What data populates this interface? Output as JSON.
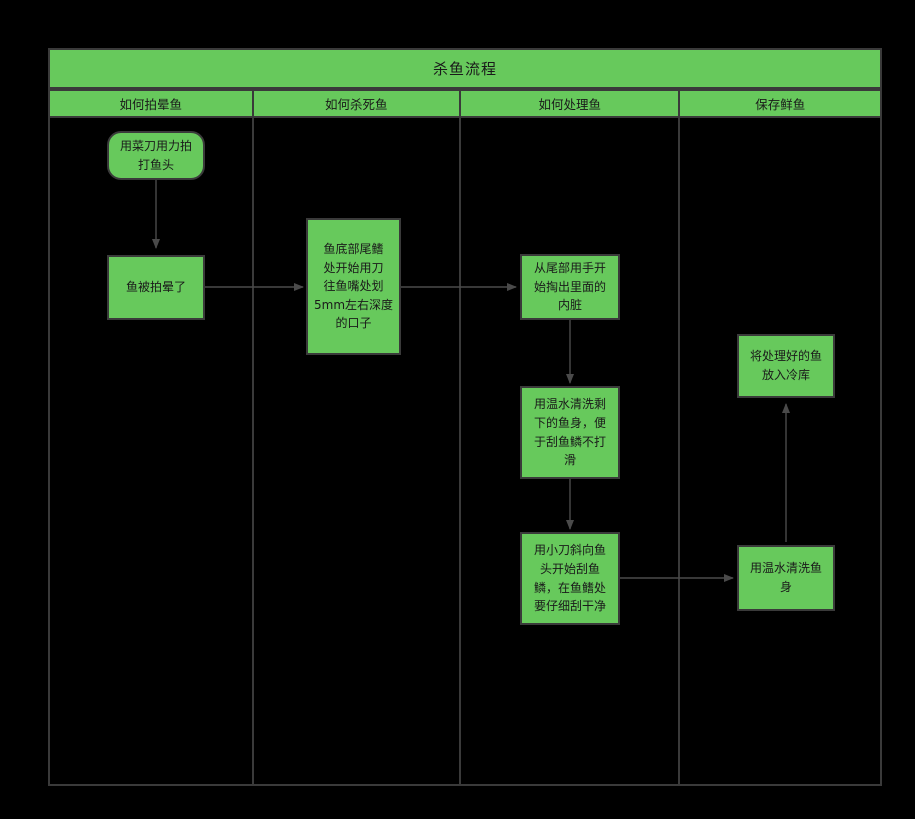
{
  "diagram": {
    "title": "杀鱼流程",
    "lanes": [
      {
        "label": "如何拍晕鱼"
      },
      {
        "label": "如何杀死鱼"
      },
      {
        "label": "如何处理鱼"
      },
      {
        "label": "保存鲜鱼"
      }
    ],
    "nodes": [
      {
        "id": "n1",
        "lane": 0,
        "shape": "rounded",
        "text": "用菜刀用力拍\n打鱼头"
      },
      {
        "id": "n2",
        "lane": 0,
        "shape": "rect",
        "text": "鱼被拍晕了"
      },
      {
        "id": "n3",
        "lane": 1,
        "shape": "rect",
        "text": "鱼底部尾鳍\n处开始用刀\n往鱼嘴处划\n5mm左右深度\n的口子"
      },
      {
        "id": "n4",
        "lane": 2,
        "shape": "rect",
        "text": "从尾部用手开\n始掏出里面的\n内脏"
      },
      {
        "id": "n5",
        "lane": 2,
        "shape": "rect",
        "text": "用温水清洗剩\n下的鱼身，便\n于刮鱼鳞不打\n滑"
      },
      {
        "id": "n6",
        "lane": 2,
        "shape": "rect",
        "text": "用小刀斜向鱼\n头开始刮鱼\n鳞，在鱼鳍处\n要仔细刮干净"
      },
      {
        "id": "n7",
        "lane": 3,
        "shape": "rect",
        "text": "用温水清洗鱼\n身"
      },
      {
        "id": "n8",
        "lane": 3,
        "shape": "rect",
        "text": "将处理好的鱼\n放入冷库"
      }
    ],
    "edges": [
      {
        "from": "n1",
        "to": "n2",
        "direction": "down"
      },
      {
        "from": "n2",
        "to": "n3",
        "direction": "right"
      },
      {
        "from": "n3",
        "to": "n4",
        "direction": "right"
      },
      {
        "from": "n4",
        "to": "n5",
        "direction": "down"
      },
      {
        "from": "n5",
        "to": "n6",
        "direction": "down"
      },
      {
        "from": "n6",
        "to": "n7",
        "direction": "right"
      },
      {
        "from": "n7",
        "to": "n8",
        "direction": "up"
      }
    ],
    "colors": {
      "node_fill": "#67c95c",
      "stroke": "#3a3a3a",
      "background": "#000000",
      "text": "#1a1a1a",
      "connector": "#4a4a4a"
    }
  }
}
